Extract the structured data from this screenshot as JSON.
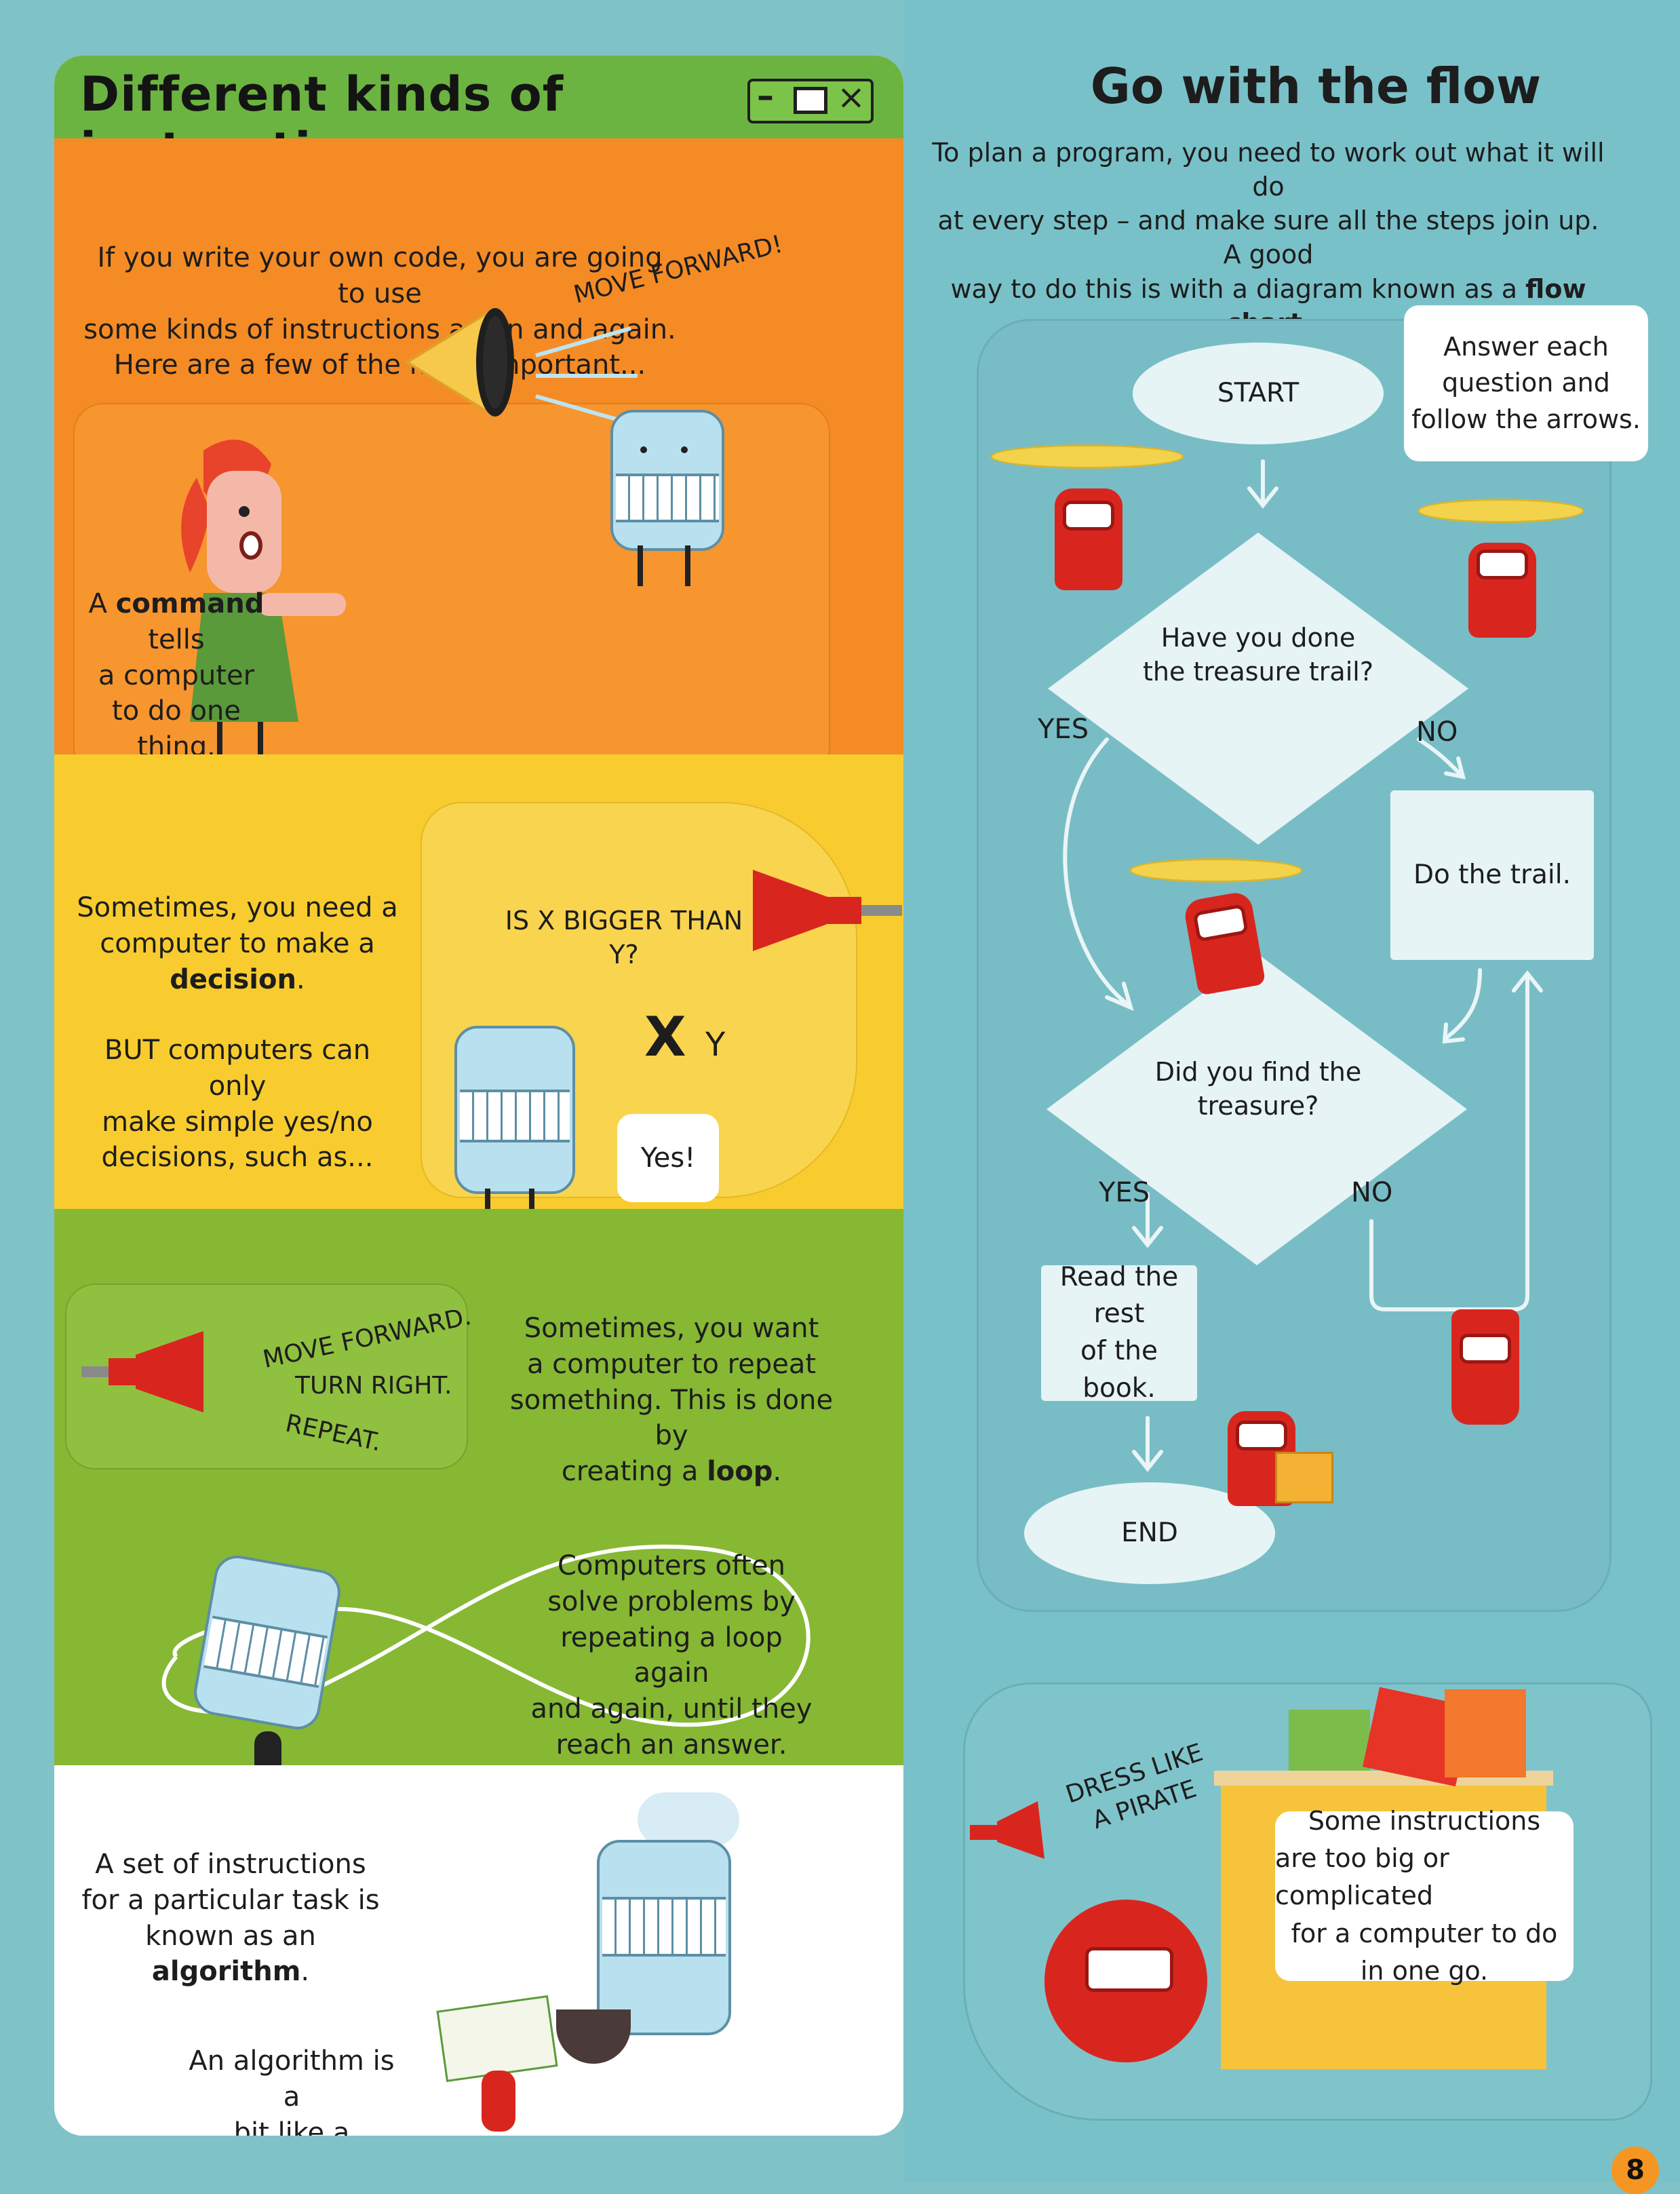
{
  "left": {
    "title": "Different kinds of instructions",
    "window_controls": {
      "minimize": "–",
      "maximize": "▭",
      "close": "×"
    },
    "intro": {
      "line1": "If you write your own code, you are going to use",
      "line2": "some kinds of instructions again and again.",
      "line3": "Here are a few of the most important..."
    },
    "command": {
      "pre": "A ",
      "bold": "command",
      "post": " tells",
      "line2": "a computer",
      "line3": "to do one thing.",
      "shout": "MOVE FORWARD!"
    },
    "decision": {
      "line1": "Sometimes, you need a",
      "line2_pre": "computer to make a ",
      "line2_bold": "decision",
      "line2_post": ".",
      "line3": "BUT computers can only",
      "line4": "make simple yes/no",
      "line5": "decisions, such as...",
      "shout": "IS X BIGGER THAN Y?",
      "x_label": "X",
      "y_label": "Y",
      "answer": "Yes!"
    },
    "loop": {
      "shout1": "MOVE FORWARD.",
      "shout2": "TURN RIGHT.",
      "shout3": "REPEAT.",
      "line1": "Sometimes, you want",
      "line2": "a computer to repeat",
      "line3": "something. This is done by",
      "line4_pre": "creating a ",
      "line4_bold": "loop",
      "line4_post": ".",
      "solve1": "Computers often",
      "solve2": "solve problems by",
      "solve3": "repeating a loop again",
      "solve4": "and again, until they",
      "solve5": "reach an answer."
    },
    "algorithm": {
      "line1": "A set of instructions",
      "line2": "for a particular task is",
      "line3_pre": "known as an ",
      "line3_bold": "algorithm",
      "line3_post": ".",
      "recipe1": "An algorithm is a",
      "recipe2": "bit like a recipe..."
    }
  },
  "right": {
    "title": "Go with the flow",
    "intro": {
      "line1": "To plan a program, you need to work out what it will do",
      "line2": "at every step – and make sure all the steps join up. A good",
      "line3_pre": "way to do this is with a diagram known as a ",
      "line3_bold": "flow chart",
      "line3_post": "."
    },
    "tip": {
      "line1": "Answer each",
      "line2": "question and",
      "line3": "follow the arrows."
    },
    "flow": {
      "start": "START",
      "q1_line1": "Have you done",
      "q1_line2": "the treasure trail?",
      "yes1": "YES",
      "no1": "NO",
      "do_trail": "Do the trail.",
      "q2_line1": "Did you find the",
      "q2_line2": "treasure?",
      "yes2": "YES",
      "no2": "NO",
      "read1": "Read the rest",
      "read2": "of the book.",
      "end": "END"
    },
    "pirate": {
      "shout1": "DRESS LIKE",
      "shout2": "A PIRATE",
      "line1": "Some instructions",
      "line2": "are too big or complicated",
      "line3": "for a computer to do",
      "line4": "in one go."
    },
    "page_number": "8"
  },
  "colors": {
    "orange": "#f58b25",
    "yellow": "#f8cc2f",
    "green": "#86b834",
    "teal": "#7fc2c8",
    "robot_red": "#d8261f",
    "robot_blue": "#b9e0ef"
  }
}
